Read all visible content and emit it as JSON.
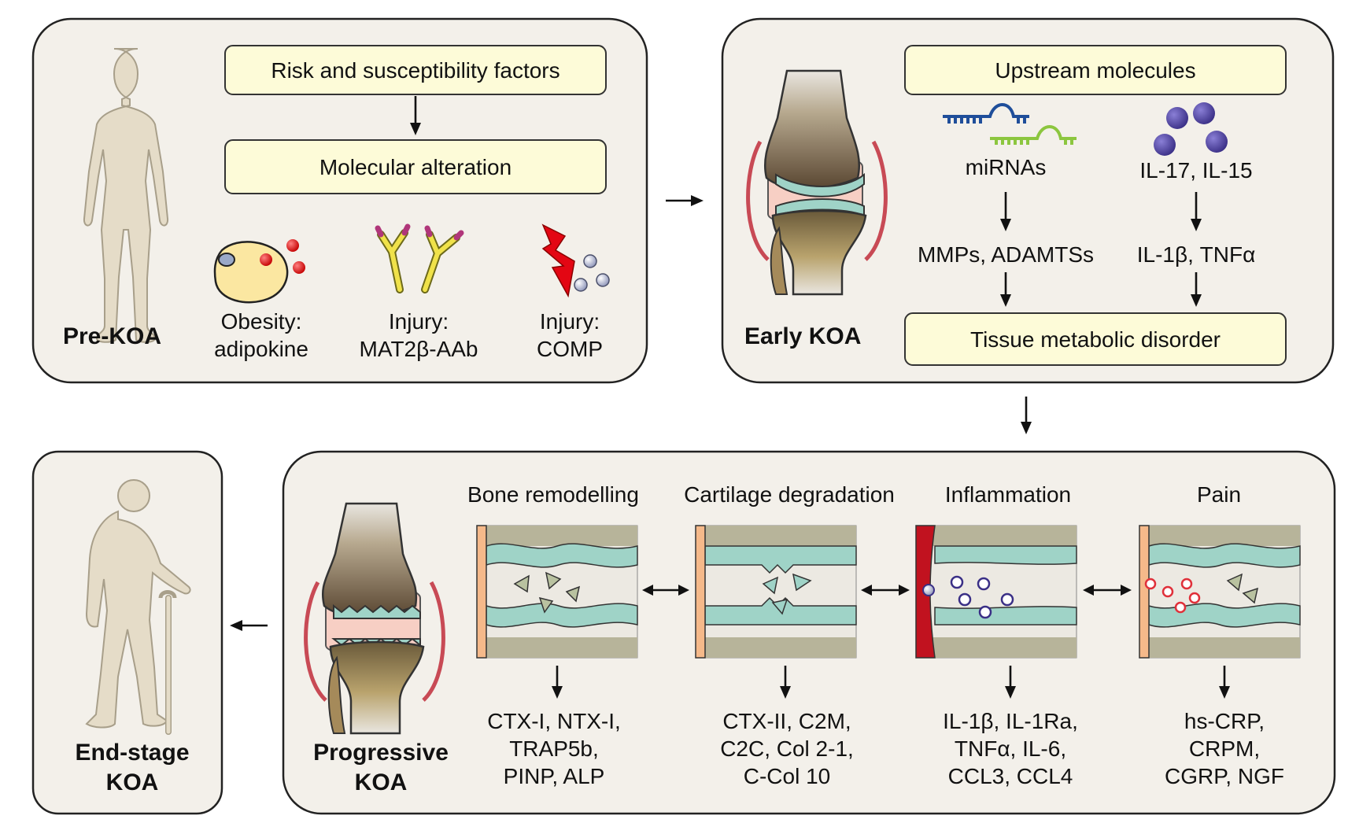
{
  "panels": {
    "pre_koa": {
      "title": "Pre-KOA",
      "box1": "Risk and susceptibility factors",
      "box2": "Molecular alteration",
      "factors": [
        {
          "line1": "Obesity:",
          "line2": "adipokine"
        },
        {
          "line1": "Injury:",
          "line2": "MAT2β-AAb"
        },
        {
          "line1": "Injury:",
          "line2": "COMP"
        }
      ]
    },
    "early_koa": {
      "title": "Early KOA",
      "box1": "Upstream molecules",
      "left_col": {
        "top": "miRNAs",
        "bottom": "MMPs, ADAMTSs"
      },
      "right_col": {
        "top": "IL-17, IL-15",
        "bottom": "IL-1β, TNFα"
      },
      "box2": "Tissue metabolic disorder"
    },
    "progressive_koa": {
      "title_line1": "Progressive",
      "title_line2": "KOA",
      "processes": [
        {
          "title": "Bone remodelling",
          "markers": [
            "CTX-I, NTX-I,",
            "TRAP5b,",
            "PINP, ALP"
          ]
        },
        {
          "title": "Cartilage degradation",
          "markers": [
            "CTX-II, C2M,",
            "C2C, Col 2-1,",
            "C-Col 10"
          ]
        },
        {
          "title": "Inflammation",
          "markers": [
            "IL-1β, IL-1Ra,",
            "TNFα, IL-6,",
            "CCL3, CCL4"
          ]
        },
        {
          "title": "Pain",
          "markers": [
            "hs-CRP,",
            "CRPM,",
            "CGRP, NGF"
          ]
        }
      ]
    },
    "end_stage_koa": {
      "title_line1": "End-stage",
      "title_line2": "KOA"
    }
  },
  "colors": {
    "panel_fill": "#f3f0ea",
    "box_fill": "#fdfbd8",
    "figure_fill": "#e5dcc8",
    "cartilage": "#9fd3c7",
    "synovium_pink": "#f7cfc4",
    "bone_brown": "#8f7b5c",
    "vessel_red": "#c1121f",
    "molecule_purple": "#4b3f9a",
    "mirna_blue": "#1f4e9a",
    "mirna_green": "#8cc63f"
  },
  "icons": [
    "human-figure-icon",
    "knee-joint-icon",
    "adipocyte-icon",
    "antibody-icon",
    "lightning-icon",
    "mirna-icon",
    "cytokine-icon",
    "elderly-figure-icon",
    "tissue-section-icon"
  ]
}
